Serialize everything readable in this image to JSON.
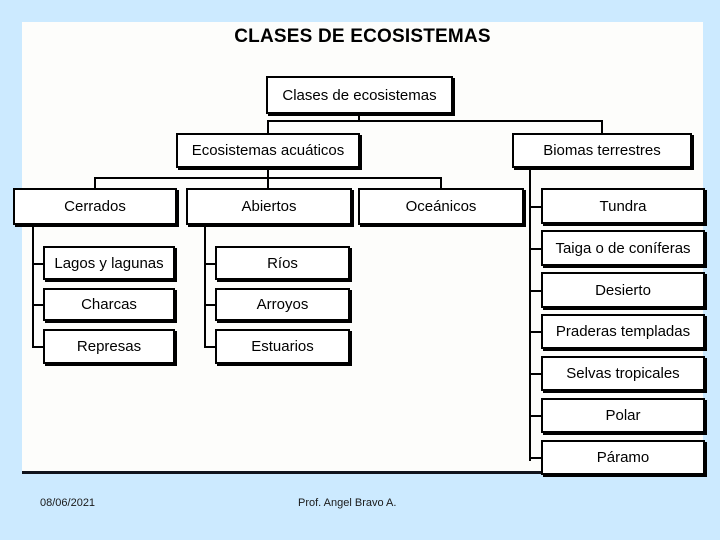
{
  "slide": {
    "title": "CLASES DE ECOSISTEMAS",
    "background_color": "#cceaff",
    "panel_color": "#fdfdfb",
    "line_color": "#000000"
  },
  "diagram": {
    "root": {
      "label": "Clases de ecosistemas"
    },
    "branches": [
      {
        "label": "Ecosistemas acuáticos",
        "groups": [
          {
            "label": "Cerrados",
            "children": [
              "Lagos y lagunas",
              "Charcas",
              "Represas"
            ]
          },
          {
            "label": "Abiertos",
            "children": [
              "Ríos",
              "Arroyos",
              "Estuarios"
            ]
          },
          {
            "label": "Oceánicos",
            "children": []
          }
        ]
      },
      {
        "label": "Biomas terrestres",
        "children": [
          "Tundra",
          "Taiga o de coníferas",
          "Desierto",
          "Praderas templadas",
          "Selvas tropicales",
          "Polar",
          "Páramo"
        ]
      }
    ]
  },
  "footer": {
    "date": "08/06/2021",
    "author": "Prof. Angel Bravo A."
  }
}
